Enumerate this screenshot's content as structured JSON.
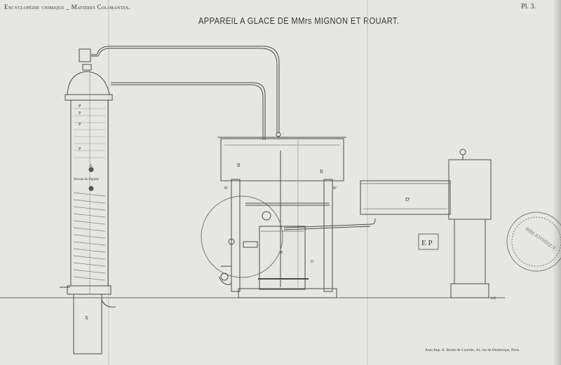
{
  "header": {
    "series": "Encyclopédie chimique _ Matières Colorantes.",
    "plate": "Pl. 3."
  },
  "title": "APPAREIL A GLACE DE MMrs MIGNON ET ROUART.",
  "printer_credit": "Auto Imp. A. Broise & Courtier, 43, rue de Dunkerque, Paris.",
  "plate_number": "840",
  "stamp": {
    "monogram": "E P",
    "seal_text": "BIBLIOTHÈQUE"
  },
  "labels": {
    "column_p": "P",
    "column_a": "A",
    "liquid_level": "Niveau du liquide",
    "column_base": "X",
    "tank_b_left": "B",
    "tank_b_right": "B",
    "valve_k_left": "K'",
    "valve_k_right": "K'",
    "cylinder_e": "E",
    "body_o": "O",
    "trough_d": "D'"
  },
  "colors": {
    "paper": "#e6e6e3",
    "ink": "#4a4a4a"
  }
}
